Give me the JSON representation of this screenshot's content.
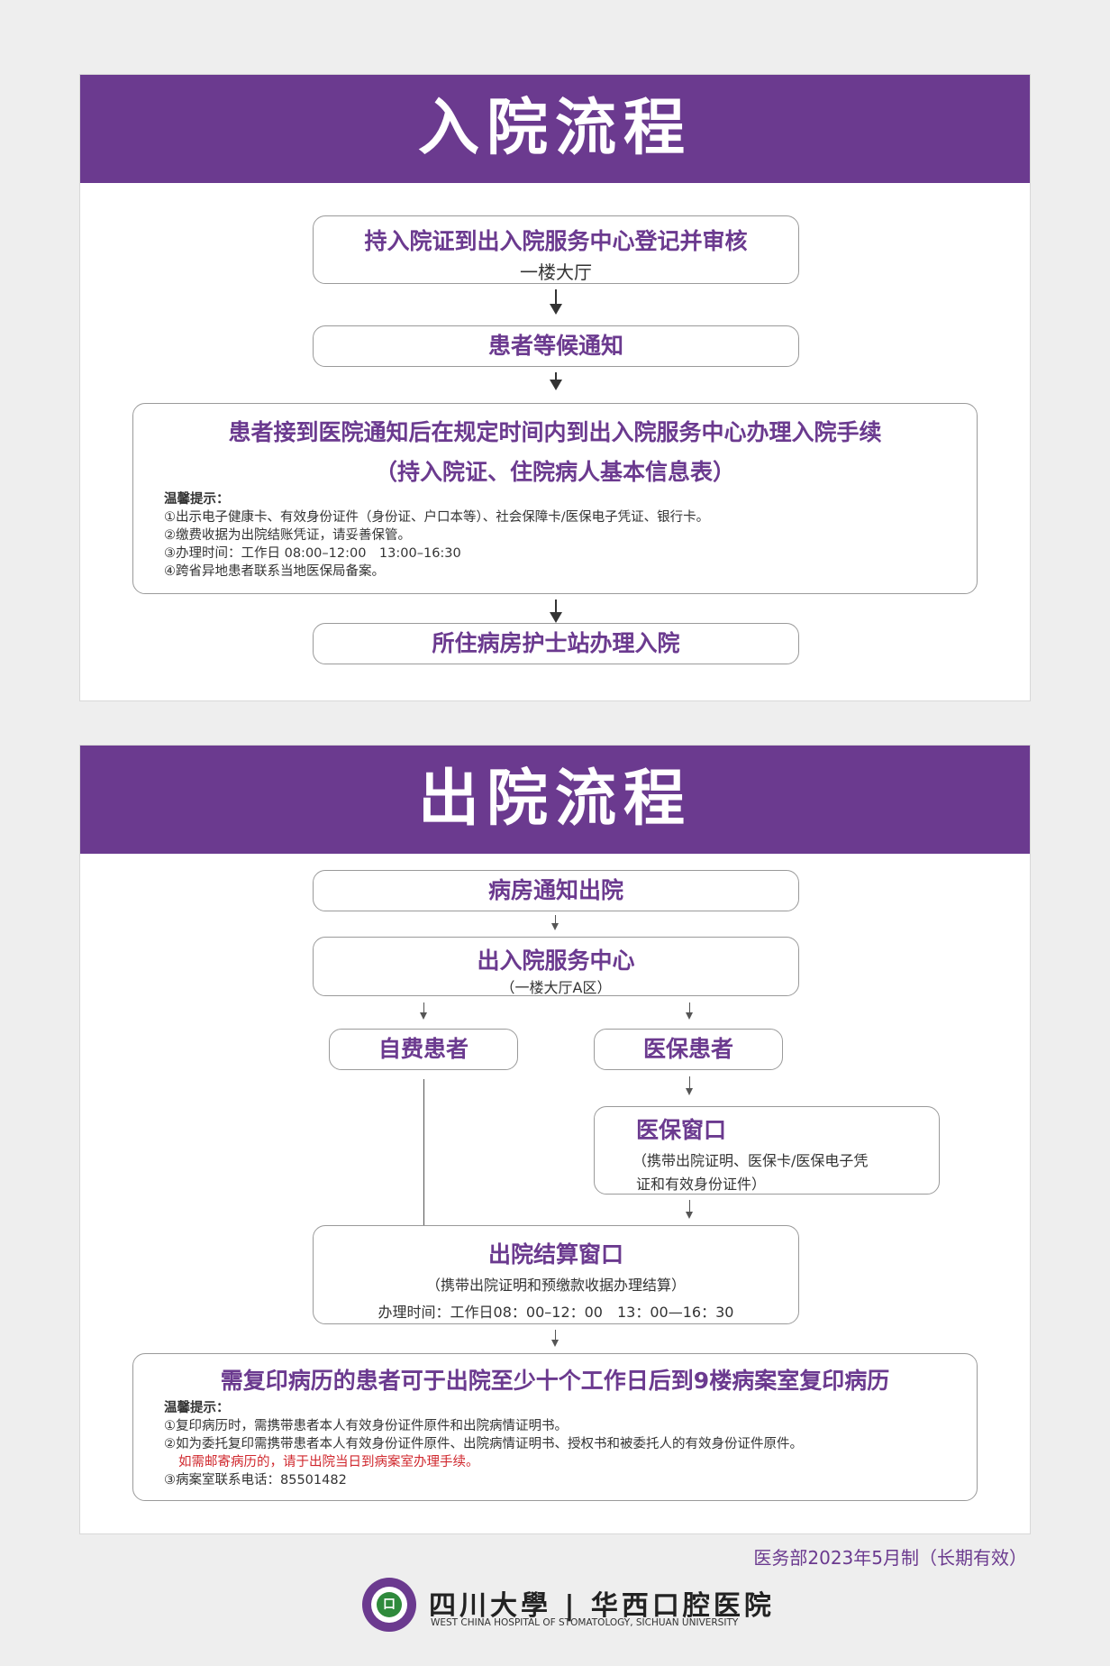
{
  "admission": {
    "title": "入院流程",
    "step1": {
      "title": "持入院证到出入院服务中心登记并审核",
      "sub": "一楼大厅"
    },
    "step2": {
      "title": "患者等候通知"
    },
    "step3": {
      "title_line1": "患者接到医院通知后在规定时间内到出入院服务中心办理入院手续",
      "title_line2": "（持入院证、住院病人基本信息表）",
      "tips_head": "温馨提示：",
      "tips": [
        "①出示电子健康卡、有效身份证件（身份证、户口本等）、社会保障卡/医保电子凭证、银行卡。",
        "②缴费收据为出院结账凭证，请妥善保管。",
        "③办理时间：工作日 08:00–12:00　13:00–16:30",
        "④跨省异地患者联系当地医保局备案。"
      ]
    },
    "step4": {
      "title": "所住病房护士站办理入院"
    }
  },
  "discharge": {
    "title": "出院流程",
    "step1": {
      "title": "病房通知出院"
    },
    "step2": {
      "title": "出入院服务中心",
      "sub": "（一楼大厅A区）"
    },
    "self_pay": {
      "title": "自费患者"
    },
    "insured": {
      "title": "医保患者"
    },
    "insurance_window": {
      "title": "医保窗口",
      "sub_line1": "（携带出院证明、医保卡/医保电子凭",
      "sub_line2": "证和有效身份证件）"
    },
    "settlement": {
      "title": "出院结算窗口",
      "sub": "（携带出院证明和预缴款收据办理结算）",
      "hours": "办理时间：工作日08：00–12：00　13：00—16：30"
    },
    "records": {
      "title": "需复印病历的患者可于出院至少十个工作日后到9楼病案室复印病历",
      "tips_head": "温馨提示：",
      "tip1": "①复印病历时，需携带患者本人有效身份证件原件和出院病情证明书。",
      "tip2": "②如为委托复印需携带患者本人有效身份证件原件、出院病情证明书、授权书和被委托人的有效身份证件原件。",
      "tip_red": "如需邮寄病历的，请于出院当日到病案室办理手续。",
      "tip3": "③病案室联系电话：85501482"
    }
  },
  "footer": {
    "note": "医务部2023年5月制（长期有效）",
    "logo_letter": "口",
    "brand_cn": "四川大學 | 华西口腔医院",
    "brand_en": "WEST CHINA HOSPITAL OF STOMATOLOGY, SICHUAN UNIVERSITY"
  },
  "colors": {
    "accent": "#6b3a8f",
    "warning": "#d0282e"
  }
}
